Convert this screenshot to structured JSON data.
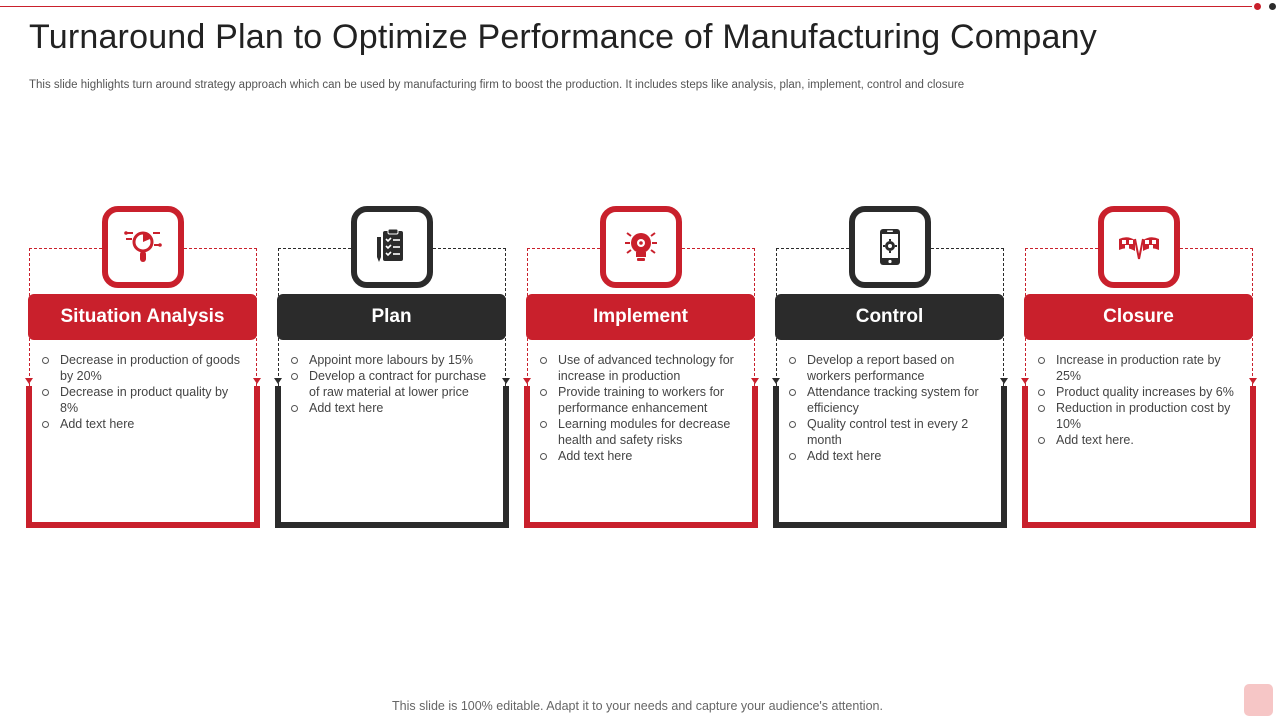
{
  "title": "Turnaround Plan to Optimize Performance of Manufacturing Company",
  "subtitle": "This slide highlights turn around strategy approach which can be used by manufacturing firm to boost the production. It includes steps like analysis, plan, implement, control and closure",
  "colors": {
    "accent": "#c9202c",
    "dark": "#2b2b2b"
  },
  "steps": [
    {
      "icon": "magnifier-chart-icon",
      "heading": "Situation Analysis",
      "items": [
        "Decrease in production of goods by 20%",
        "Decrease in product quality by 8%",
        "Add text here"
      ]
    },
    {
      "icon": "checklist-clipboard-icon",
      "heading": "Plan",
      "items": [
        "Appoint more labours by 15%",
        "Develop a contract for purchase of raw material at lower price",
        "Add text here"
      ]
    },
    {
      "icon": "lightbulb-gear-icon",
      "heading": "Implement",
      "items": [
        "Use of advanced technology for increase in production",
        "Provide training to workers for performance enhancement",
        "Learning modules for decrease health and safety risks",
        "Add text here"
      ]
    },
    {
      "icon": "mobile-settings-icon",
      "heading": "Control",
      "items": [
        "Develop a report based on workers performance",
        "Attendance tracking system for efficiency",
        "Quality control test in every 2 month",
        "Add text here"
      ]
    },
    {
      "icon": "checkered-flags-icon",
      "heading": "Closure",
      "items": [
        "Increase in production rate by 25%",
        "Product quality increases by 6%",
        "Reduction in production cost by 10%",
        "Add text here."
      ]
    }
  ],
  "footer": "This slide is 100% editable. Adapt it to your needs and capture your audience's attention."
}
